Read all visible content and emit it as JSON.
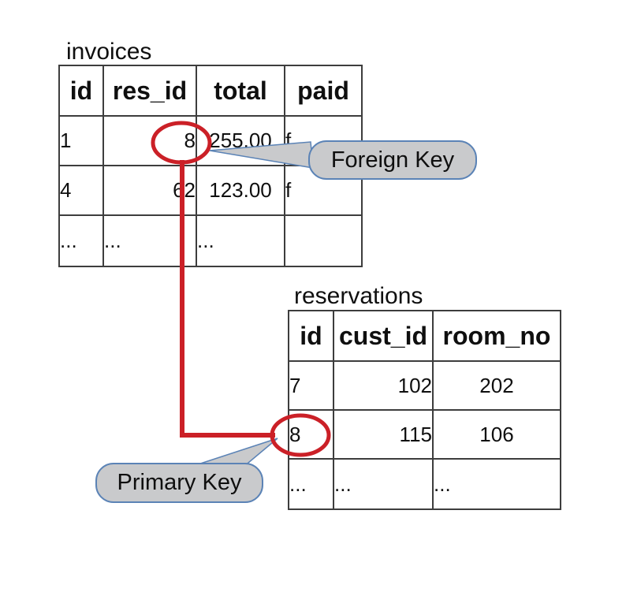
{
  "diagram": {
    "tables": [
      {
        "name": "invoices",
        "columns": [
          "id",
          "res_id",
          "total",
          "paid"
        ],
        "rows": [
          [
            "1",
            "8",
            "255.00",
            "f"
          ],
          [
            "4",
            "62",
            "123.00",
            "f"
          ],
          [
            "...",
            "...",
            "...",
            ""
          ]
        ]
      },
      {
        "name": "reservations",
        "columns": [
          "id",
          "cust_id",
          "room_no"
        ],
        "rows": [
          [
            "7",
            "102",
            "202"
          ],
          [
            "8",
            "115",
            "106"
          ],
          [
            "...",
            "...",
            "..."
          ]
        ]
      }
    ],
    "callouts": {
      "foreign_key": {
        "label": "Foreign Key"
      },
      "primary_key": {
        "label": "Primary Key"
      }
    },
    "highlight": {
      "foreign_key_value": "8",
      "primary_key_value": "8"
    },
    "colors": {
      "highlight_red": "#cb2027",
      "callout_fill": "#c9cacc",
      "callout_border": "#5b83b6",
      "table_border": "#3d3d3d"
    }
  }
}
